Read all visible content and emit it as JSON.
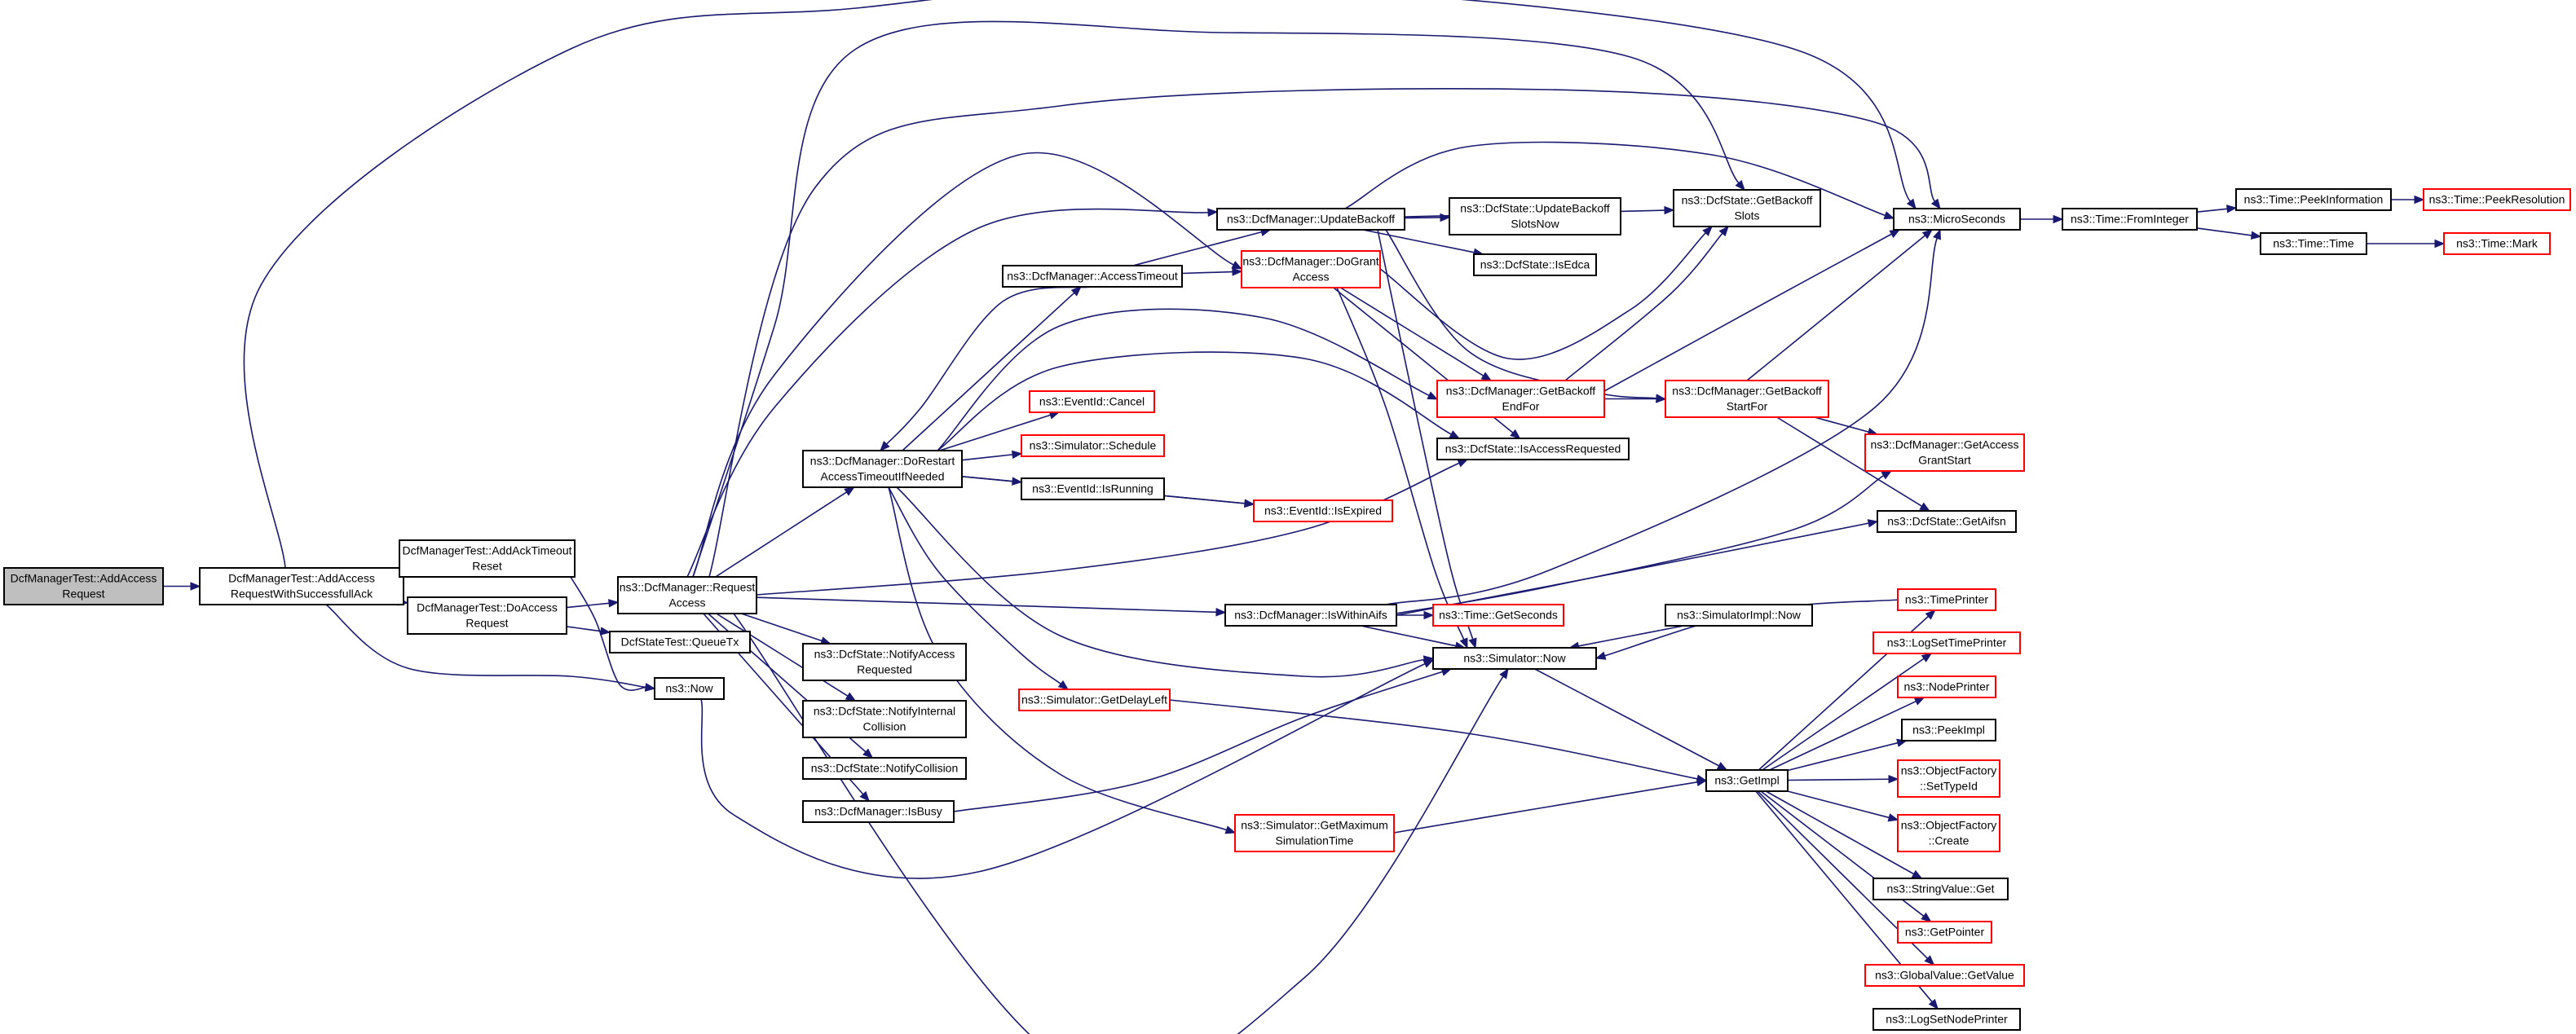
{
  "graph": {
    "title": "",
    "nodes": [
      {
        "id": "root",
        "lines": [
          "DcfManagerTest::AddAccess",
          "Request"
        ],
        "style": "root"
      },
      {
        "id": "addSucc",
        "lines": [
          "DcfManagerTest::AddAccess",
          "RequestWithSuccessfullAck"
        ],
        "style": "black"
      },
      {
        "id": "addAckTO",
        "lines": [
          "DcfManagerTest::AddAckTimeout",
          "Reset"
        ],
        "style": "black"
      },
      {
        "id": "doAccess",
        "lines": [
          "DcfManagerTest::DoAccess",
          "Request"
        ],
        "style": "black"
      },
      {
        "id": "reqAccess",
        "lines": [
          "ns3::DcfManager::Request",
          "Access"
        ],
        "style": "black"
      },
      {
        "id": "queueTx",
        "lines": [
          "DcfStateTest::QueueTx"
        ],
        "style": "black"
      },
      {
        "id": "now",
        "lines": [
          "ns3::Now"
        ],
        "style": "black"
      },
      {
        "id": "restart",
        "lines": [
          "ns3::DcfManager::DoRestart",
          "AccessTimeoutIfNeeded"
        ],
        "style": "black"
      },
      {
        "id": "notifyAR",
        "lines": [
          "ns3::DcfState::NotifyAccess",
          "Requested"
        ],
        "style": "black"
      },
      {
        "id": "notifyIC",
        "lines": [
          "ns3::DcfState::NotifyInternal",
          "Collision"
        ],
        "style": "black"
      },
      {
        "id": "notifyC",
        "lines": [
          "ns3::DcfState::NotifyCollision"
        ],
        "style": "black"
      },
      {
        "id": "isBusy",
        "lines": [
          "ns3::DcfManager::IsBusy"
        ],
        "style": "black"
      },
      {
        "id": "accessTO",
        "lines": [
          "ns3::DcfManager::AccessTimeout"
        ],
        "style": "black"
      },
      {
        "id": "updBackoff",
        "lines": [
          "ns3::DcfManager::UpdateBackoff"
        ],
        "style": "black"
      },
      {
        "id": "doGrant",
        "lines": [
          "ns3::DcfManager::DoGrant",
          "Access"
        ],
        "style": "red"
      },
      {
        "id": "evCancel",
        "lines": [
          "ns3::EventId::Cancel"
        ],
        "style": "red"
      },
      {
        "id": "simSchedule",
        "lines": [
          "ns3::Simulator::Schedule"
        ],
        "style": "red"
      },
      {
        "id": "evIsRunning",
        "lines": [
          "ns3::EventId::IsRunning"
        ],
        "style": "black"
      },
      {
        "id": "evIsExpired",
        "lines": [
          "ns3::EventId::IsExpired"
        ],
        "style": "red"
      },
      {
        "id": "getDelayLeft",
        "lines": [
          "ns3::Simulator::GetDelayLeft"
        ],
        "style": "red"
      },
      {
        "id": "getMaxSim",
        "lines": [
          "ns3::Simulator::GetMaximum",
          "SimulationTime"
        ],
        "style": "red"
      },
      {
        "id": "isWithinAifs",
        "lines": [
          "ns3::DcfManager::IsWithinAifs"
        ],
        "style": "black"
      },
      {
        "id": "updBSNow",
        "lines": [
          "ns3::DcfState::UpdateBackoff",
          "SlotsNow"
        ],
        "style": "black"
      },
      {
        "id": "isEdca",
        "lines": [
          "ns3::DcfState::IsEdca"
        ],
        "style": "black"
      },
      {
        "id": "getBackoffEnd",
        "lines": [
          "ns3::DcfManager::GetBackoff",
          "EndFor"
        ],
        "style": "red"
      },
      {
        "id": "isAccessReq",
        "lines": [
          "ns3::DcfState::IsAccessRequested"
        ],
        "style": "black"
      },
      {
        "id": "getSeconds",
        "lines": [
          "ns3::Time::GetSeconds"
        ],
        "style": "red"
      },
      {
        "id": "simNow",
        "lines": [
          "ns3::Simulator::Now"
        ],
        "style": "black"
      },
      {
        "id": "simImplNow",
        "lines": [
          "ns3::SimulatorImpl::Now"
        ],
        "style": "black"
      },
      {
        "id": "getBackoffSlots",
        "lines": [
          "ns3::DcfState::GetBackoff",
          "Slots"
        ],
        "style": "black"
      },
      {
        "id": "getBackoffStart",
        "lines": [
          "ns3::DcfManager::GetBackoff",
          "StartFor"
        ],
        "style": "red"
      },
      {
        "id": "getAccessGrant",
        "lines": [
          "ns3::DcfManager::GetAccess",
          "GrantStart"
        ],
        "style": "red"
      },
      {
        "id": "getAifsn",
        "lines": [
          "ns3::DcfState::GetAifsn"
        ],
        "style": "black"
      },
      {
        "id": "getImpl",
        "lines": [
          "ns3::GetImpl"
        ],
        "style": "black"
      },
      {
        "id": "microSeconds",
        "lines": [
          "ns3::MicroSeconds"
        ],
        "style": "black"
      },
      {
        "id": "fromInteger",
        "lines": [
          "ns3::Time::FromInteger"
        ],
        "style": "black"
      },
      {
        "id": "peekInfo",
        "lines": [
          "ns3::Time::PeekInformation"
        ],
        "style": "black"
      },
      {
        "id": "peekRes",
        "lines": [
          "ns3::Time::PeekResolution"
        ],
        "style": "red"
      },
      {
        "id": "timeTime",
        "lines": [
          "ns3::Time::Time"
        ],
        "style": "black"
      },
      {
        "id": "timeMark",
        "lines": [
          "ns3::Time::Mark"
        ],
        "style": "red"
      },
      {
        "id": "timePrinter",
        "lines": [
          "ns3::TimePrinter"
        ],
        "style": "red"
      },
      {
        "id": "logSetTimePrinter",
        "lines": [
          "ns3::LogSetTimePrinter"
        ],
        "style": "red"
      },
      {
        "id": "nodePrinter",
        "lines": [
          "ns3::NodePrinter"
        ],
        "style": "red"
      },
      {
        "id": "peekImpl",
        "lines": [
          "ns3::PeekImpl"
        ],
        "style": "black"
      },
      {
        "id": "ofSetTypeId",
        "lines": [
          "ns3::ObjectFactory",
          "::SetTypeId"
        ],
        "style": "red"
      },
      {
        "id": "ofCreate",
        "lines": [
          "ns3::ObjectFactory",
          "::Create"
        ],
        "style": "red"
      },
      {
        "id": "stringValueGet",
        "lines": [
          "ns3::StringValue::Get"
        ],
        "style": "black"
      },
      {
        "id": "getPointer",
        "lines": [
          "ns3::GetPointer"
        ],
        "style": "red"
      },
      {
        "id": "globalValueGet",
        "lines": [
          "ns3::GlobalValue::GetValue"
        ],
        "style": "red"
      },
      {
        "id": "logSetNodePrinter",
        "lines": [
          "ns3::LogSetNodePrinter"
        ],
        "style": "black"
      }
    ],
    "edges": [
      [
        "root",
        "addSucc"
      ],
      [
        "addSucc",
        "addAckTO"
      ],
      [
        "addSucc",
        "doAccess"
      ],
      [
        "addSucc",
        "now"
      ],
      [
        "addSucc",
        "microSeconds"
      ],
      [
        "addAckTO",
        "now"
      ],
      [
        "doAccess",
        "reqAccess"
      ],
      [
        "doAccess",
        "queueTx"
      ],
      [
        "reqAccess",
        "restart"
      ],
      [
        "reqAccess",
        "notifyAR"
      ],
      [
        "reqAccess",
        "notifyIC"
      ],
      [
        "reqAccess",
        "notifyC"
      ],
      [
        "reqAccess",
        "isBusy"
      ],
      [
        "reqAccess",
        "updBackoff"
      ],
      [
        "reqAccess",
        "doGrant"
      ],
      [
        "reqAccess",
        "isWithinAifs"
      ],
      [
        "reqAccess",
        "isAccessReq"
      ],
      [
        "reqAccess",
        "simNow"
      ],
      [
        "reqAccess",
        "getBackoffSlots"
      ],
      [
        "reqAccess",
        "microSeconds"
      ],
      [
        "now",
        "simNow"
      ],
      [
        "restart",
        "accessTO"
      ],
      [
        "restart",
        "evCancel"
      ],
      [
        "restart",
        "simSchedule"
      ],
      [
        "restart",
        "evIsRunning"
      ],
      [
        "restart",
        "evIsExpired"
      ],
      [
        "restart",
        "getDelayLeft"
      ],
      [
        "restart",
        "getMaxSim"
      ],
      [
        "restart",
        "getBackoffEnd"
      ],
      [
        "restart",
        "isAccessReq"
      ],
      [
        "restart",
        "simNow"
      ],
      [
        "isBusy",
        "simNow"
      ],
      [
        "accessTO",
        "updBackoff"
      ],
      [
        "accessTO",
        "doGrant"
      ],
      [
        "accessTO",
        "restart"
      ],
      [
        "updBackoff",
        "updBSNow"
      ],
      [
        "updBackoff",
        "isEdca"
      ],
      [
        "updBackoff",
        "getBackoffSlots"
      ],
      [
        "updBackoff",
        "getBackoffStart"
      ],
      [
        "updBackoff",
        "simNow"
      ],
      [
        "updBackoff",
        "microSeconds"
      ],
      [
        "doGrant",
        "getBackoffEnd"
      ],
      [
        "doGrant",
        "isAccessReq"
      ],
      [
        "doGrant",
        "simNow"
      ],
      [
        "doGrant",
        "getBackoffSlots"
      ],
      [
        "evIsRunning",
        "evIsExpired"
      ],
      [
        "getDelayLeft",
        "getImpl"
      ],
      [
        "getMaxSim",
        "getImpl"
      ],
      [
        "isWithinAifs",
        "getSeconds"
      ],
      [
        "isWithinAifs",
        "simNow"
      ],
      [
        "isWithinAifs",
        "microSeconds"
      ],
      [
        "isWithinAifs",
        "getAccessGrant"
      ],
      [
        "isWithinAifs",
        "getAifsn"
      ],
      [
        "getBackoffEnd",
        "getBackoffStart"
      ],
      [
        "getBackoffEnd",
        "getBackoffSlots"
      ],
      [
        "getBackoffEnd",
        "microSeconds"
      ],
      [
        "getBackoffStart",
        "getAccessGrant"
      ],
      [
        "getBackoffStart",
        "getAifsn"
      ],
      [
        "getBackoffStart",
        "microSeconds"
      ],
      [
        "simNow",
        "getImpl"
      ],
      [
        "simImplNow",
        "simNow"
      ],
      [
        "getImpl",
        "timePrinter"
      ],
      [
        "getImpl",
        "logSetTimePrinter"
      ],
      [
        "getImpl",
        "nodePrinter"
      ],
      [
        "getImpl",
        "peekImpl"
      ],
      [
        "getImpl",
        "ofSetTypeId"
      ],
      [
        "getImpl",
        "ofCreate"
      ],
      [
        "getImpl",
        "stringValueGet"
      ],
      [
        "getImpl",
        "getPointer"
      ],
      [
        "getImpl",
        "globalValueGet"
      ],
      [
        "getImpl",
        "logSetNodePrinter"
      ],
      [
        "timePrinter",
        "simNow"
      ],
      [
        "microSeconds",
        "fromInteger"
      ],
      [
        "fromInteger",
        "peekInfo"
      ],
      [
        "fromInteger",
        "timeTime"
      ],
      [
        "peekInfo",
        "peekRes"
      ],
      [
        "timeTime",
        "timeMark"
      ]
    ]
  },
  "colors": {
    "edge": "#191970",
    "node_border": "#000000",
    "node_border_incomplete": "#ff0000",
    "root_fill": "#bfbfbf",
    "background": "#ffffff"
  }
}
